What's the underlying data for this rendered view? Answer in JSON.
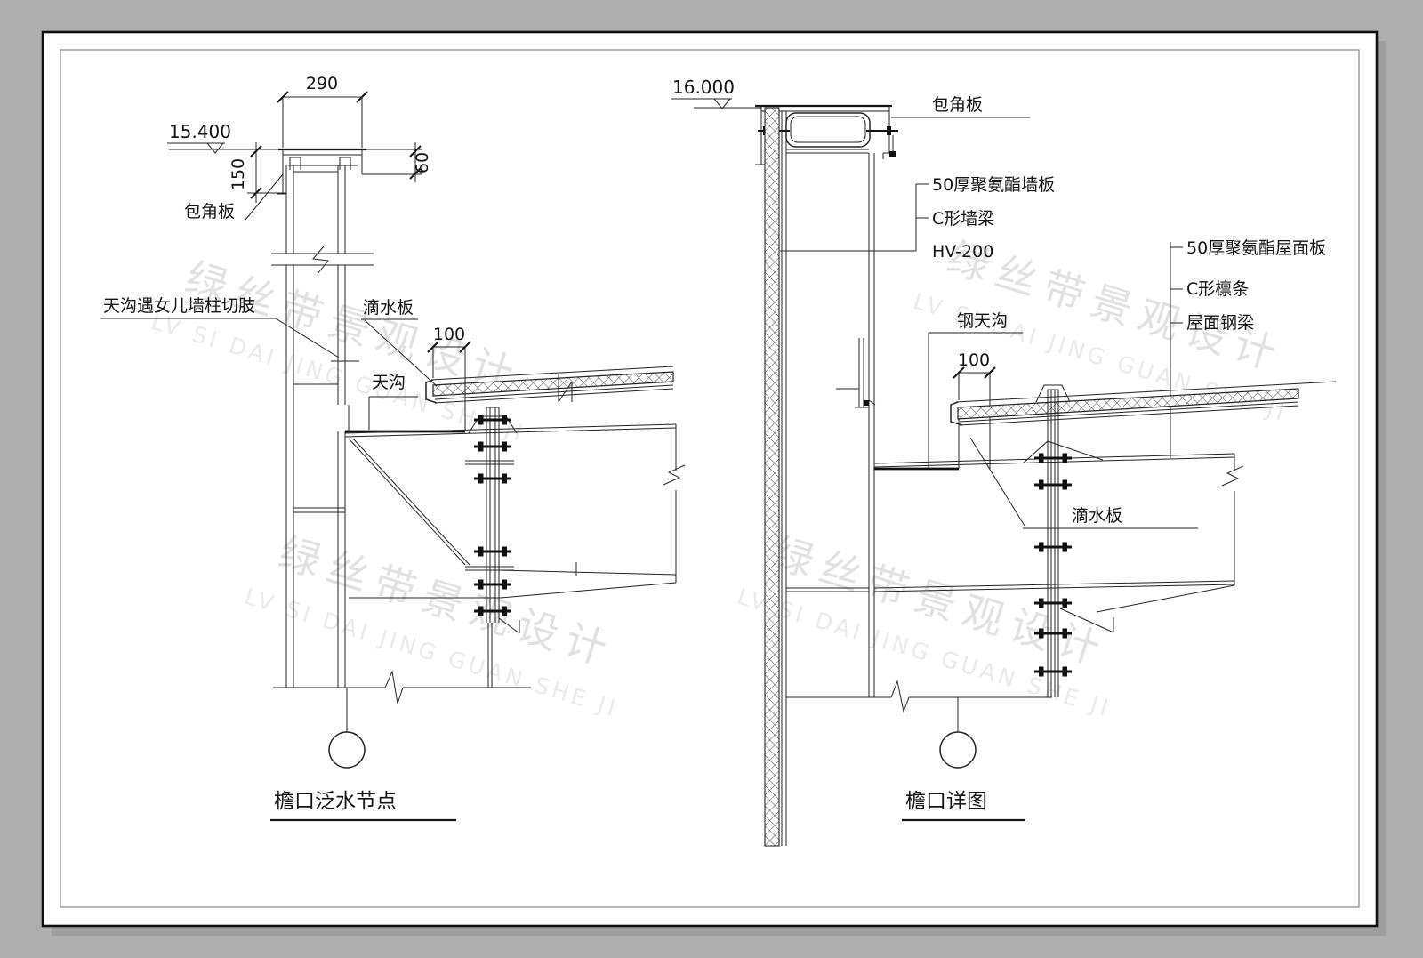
{
  "watermark": {
    "cn": "绿丝带景观设计",
    "en": "LV SI DAI JING GUAN SHE JI"
  },
  "left_detail": {
    "title": "檐口泛水节点",
    "level": "15.400",
    "dim_width": "290",
    "dim_cap_height": "150",
    "dim_cap_depth": "60",
    "dim_overhang": "100",
    "label_corner_plate": "包角板",
    "label_gutter_cut": "天沟遇女儿墙柱切肢",
    "label_drip_plate": "滴水板",
    "label_gutter": "天沟"
  },
  "right_detail": {
    "title": "檐口详图",
    "level": "16.000",
    "dim_overhang": "100",
    "label_corner_plate": "包角板",
    "label_wall_panel": "50厚聚氨酯墙板",
    "label_wall_girt": "C形墙梁",
    "label_hv200": "HV-200",
    "label_roof_panel": "50厚聚氨酯屋面板",
    "label_purlin": "C形檩条",
    "label_roof_beam": "屋面钢梁",
    "label_steel_gutter": "钢天沟",
    "label_drip_plate": "滴水板"
  }
}
